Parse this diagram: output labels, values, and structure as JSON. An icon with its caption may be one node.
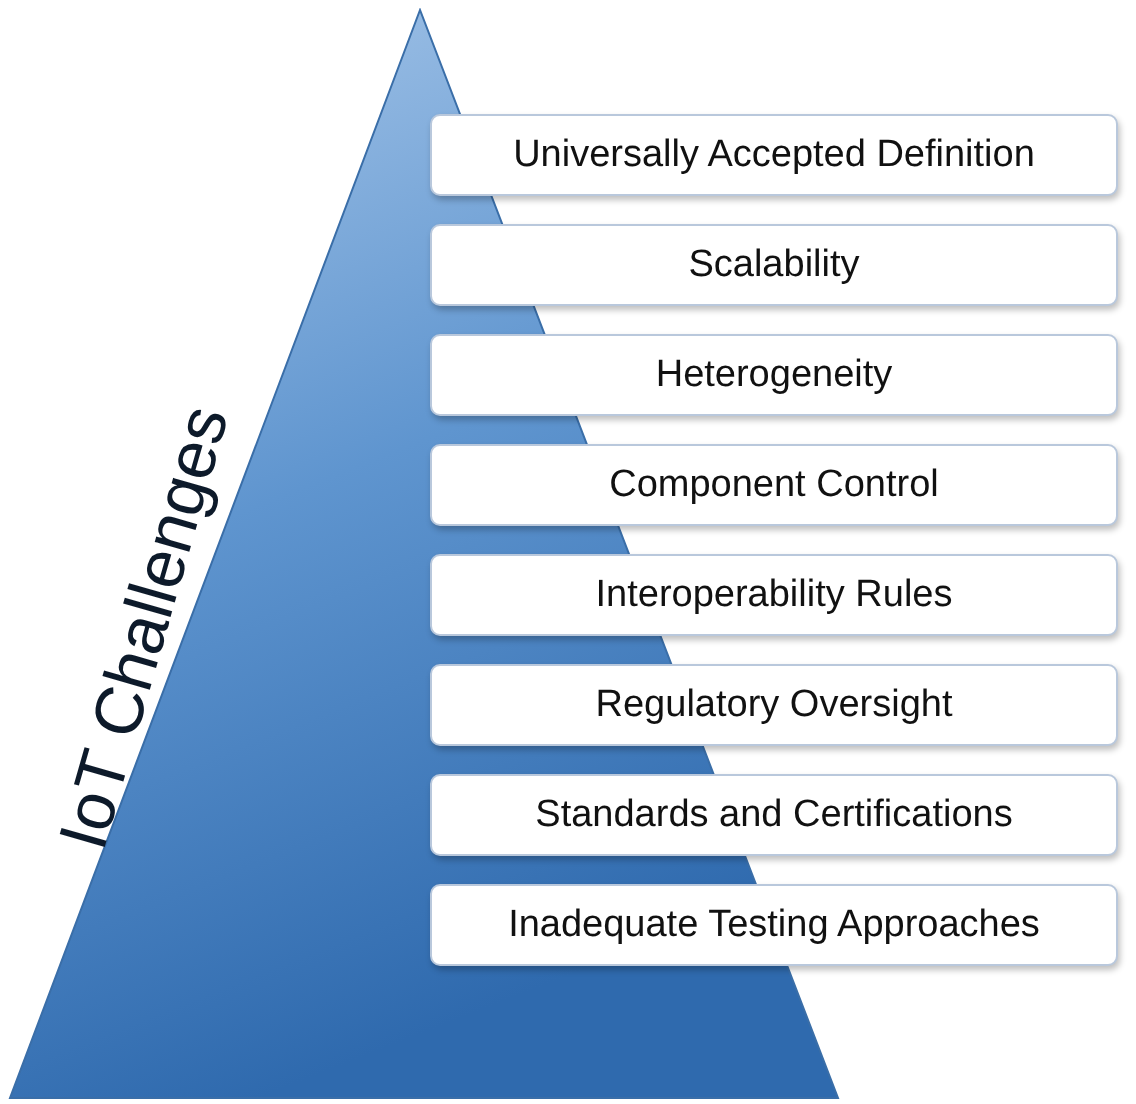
{
  "diagram": {
    "nodes": [
      {
        "text": [
          "IoT Challenges"
        ]
      },
      {
        "text": [
          "Universally Accepted Definition"
        ]
      },
      {
        "text": [
          "Scalability"
        ]
      },
      {
        "text": [
          "Heterogeneity"
        ]
      },
      {
        "text": [
          "Component Control"
        ]
      },
      {
        "text": [
          "Interoperability Rules"
        ]
      },
      {
        "text": [
          "Regulatory Oversight"
        ]
      },
      {
        "text": [
          "Standards and Certifications"
        ]
      },
      {
        "text": [
          "Inadequate Testing Approaches"
        ]
      }
    ]
  }
}
